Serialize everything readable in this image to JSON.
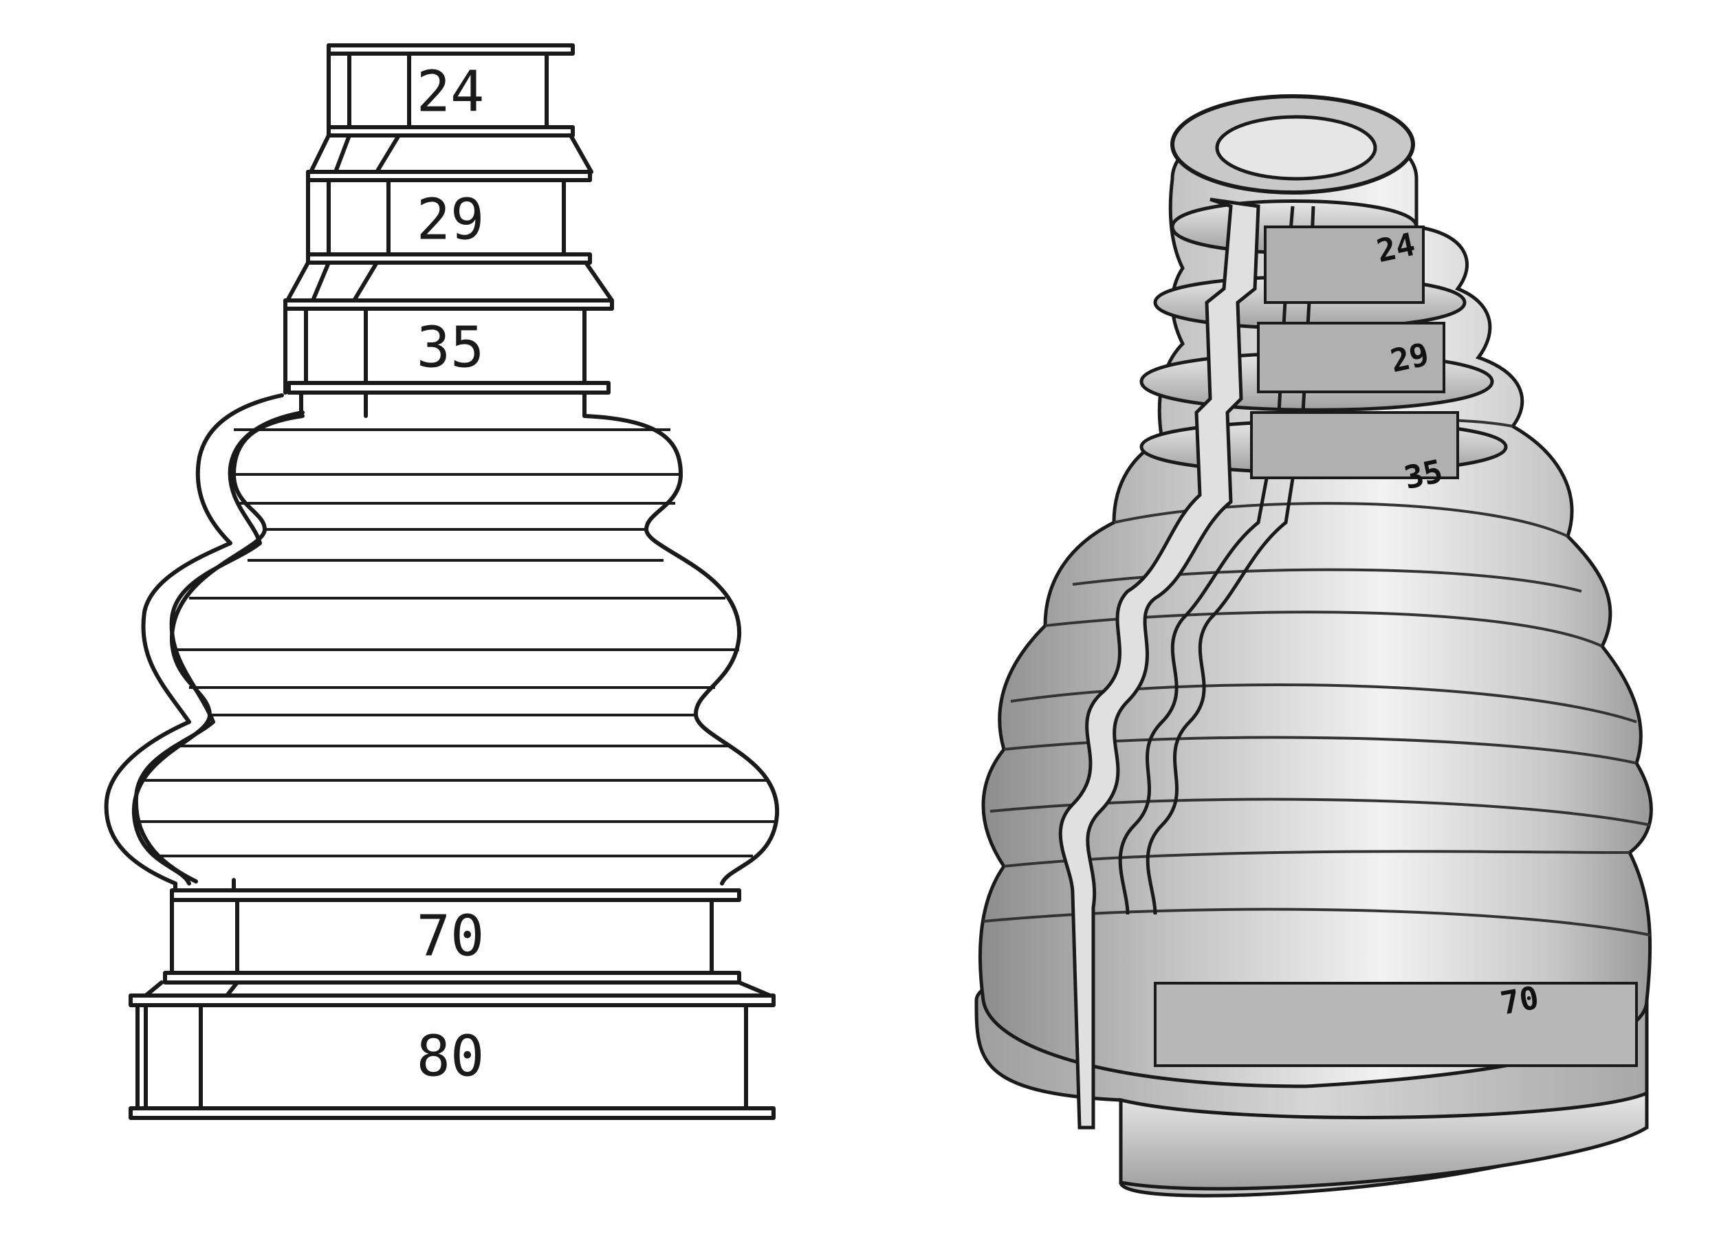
{
  "diagram": {
    "section_labels": [
      "24",
      "29",
      "35",
      "70",
      "80"
    ],
    "colors": {
      "line": "#1a1a1a",
      "background": "#ffffff",
      "body_light": "#f2f2f2",
      "body_mid": "#bdbdbd",
      "body_dark": "#8c8c8c"
    }
  }
}
